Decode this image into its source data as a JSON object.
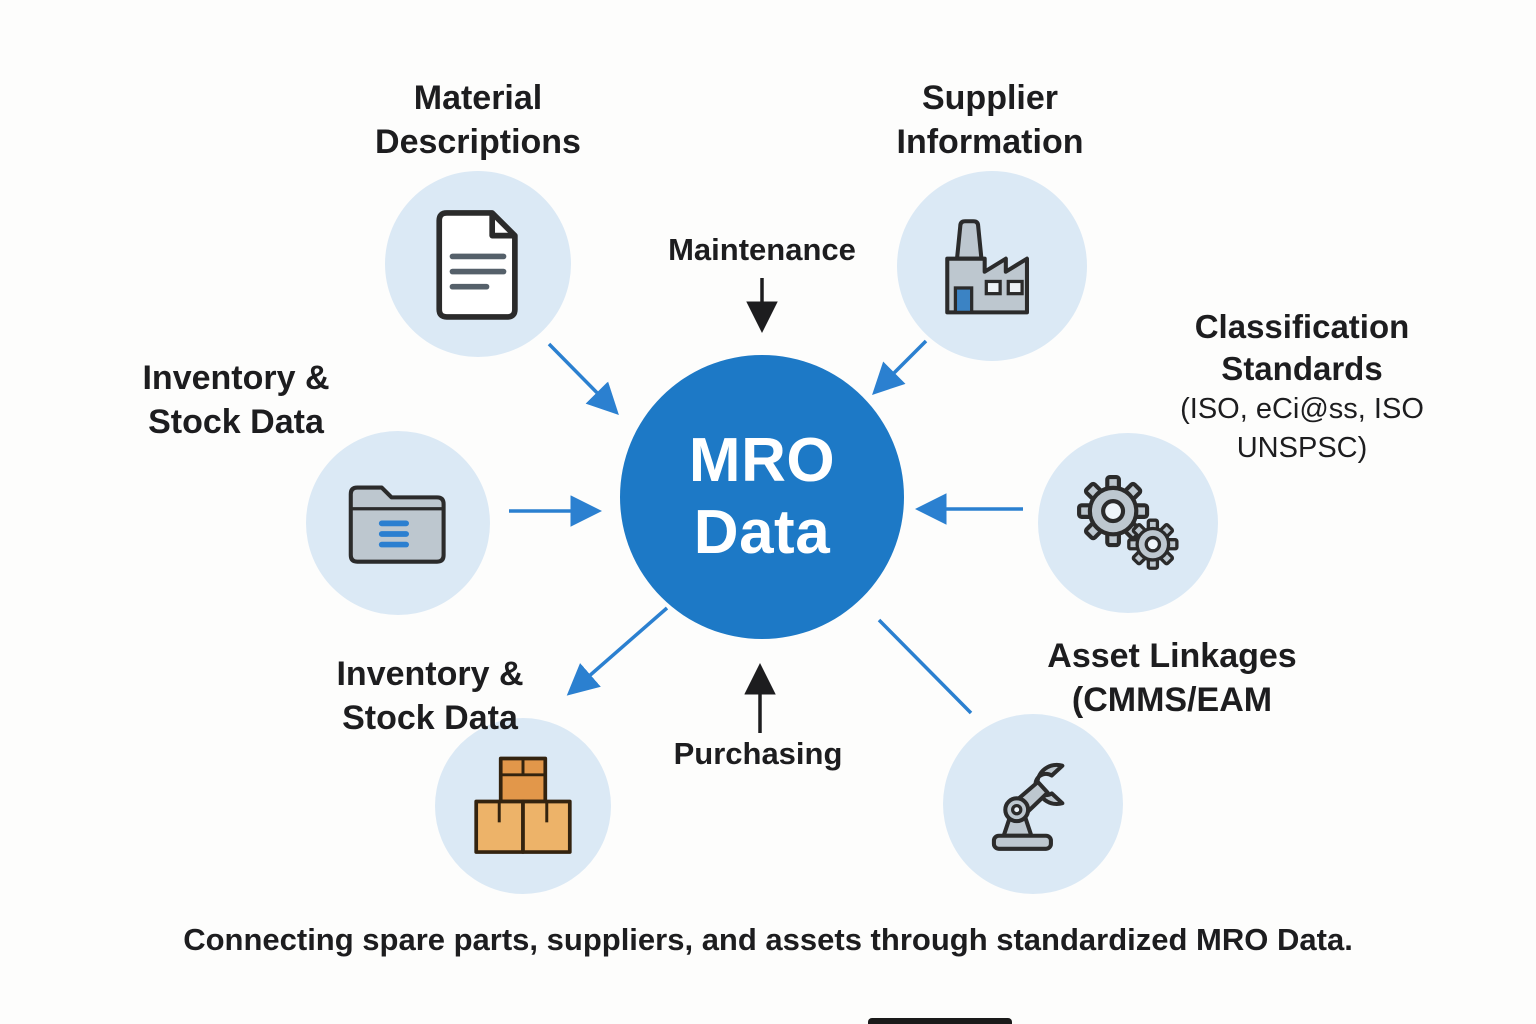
{
  "colors": {
    "hub_blue": "#1d79c6",
    "arrow_blue": "#2b80d0",
    "icon_circle_bg": "#dbe9f5",
    "text": "#1d1d1f",
    "icon_gray": "#bdc7cf",
    "box_orange_dark": "#e2974a",
    "box_orange_light": "#edb369",
    "folder_line_blue": "#2b7fd0"
  },
  "hub": {
    "line1": "MRO",
    "line2": "Data"
  },
  "flows": {
    "maintenance": {
      "label": "Maintenance"
    },
    "purchasing": {
      "label": "Purchasing"
    }
  },
  "nodes": {
    "material_descriptions": {
      "line1": "Material",
      "line2": "Descriptions",
      "icon": "document-icon"
    },
    "supplier_information": {
      "line1": "Supplier",
      "line2": "Information",
      "icon": "factory-icon"
    },
    "classification_standards": {
      "line1": "Classification",
      "line2": "Standards",
      "line3": "(ISO, eCi@ss, ISO",
      "line4": "UNSPSC)",
      "icon": "gears-icon"
    },
    "inventory_stock_left": {
      "line1": "Inventory &",
      "line2": "Stock Data",
      "icon": "folder-icon"
    },
    "inventory_stock_bottom": {
      "line1": "Inventory &",
      "line2": "Stock Data",
      "icon": "boxes-icon"
    },
    "asset_linkages": {
      "line1": "Asset Linkages",
      "line2": "(CMMS/EAM",
      "icon": "robot-arm-icon"
    }
  },
  "caption": "Connecting spare parts, suppliers, and assets through standardized MRO Data."
}
